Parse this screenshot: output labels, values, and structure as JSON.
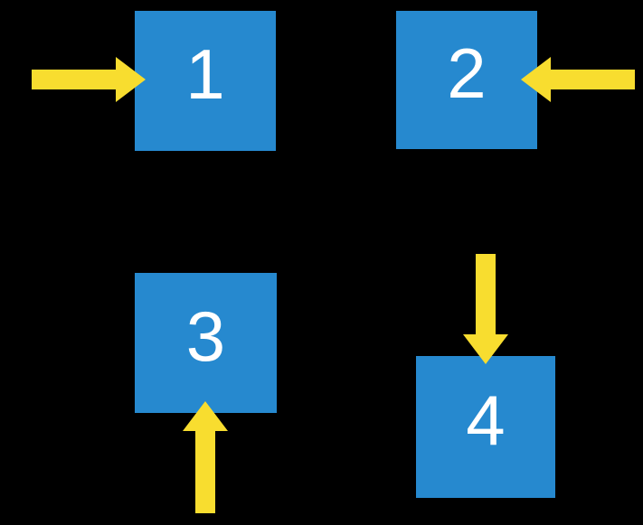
{
  "colors": {
    "background": "#000000",
    "square": "#2689CF",
    "arrow": "#F8DD2F",
    "number": "#FFFFFF"
  },
  "squares": [
    {
      "label": "1",
      "arrow_icon": "arrow-right-icon",
      "arrow_direction": "right",
      "arrow_enters_from": "left"
    },
    {
      "label": "2",
      "arrow_icon": "arrow-left-icon",
      "arrow_direction": "left",
      "arrow_enters_from": "right"
    },
    {
      "label": "3",
      "arrow_icon": "arrow-up-icon",
      "arrow_direction": "up",
      "arrow_enters_from": "bottom"
    },
    {
      "label": "4",
      "arrow_icon": "arrow-down-icon",
      "arrow_direction": "down",
      "arrow_enters_from": "top"
    }
  ]
}
